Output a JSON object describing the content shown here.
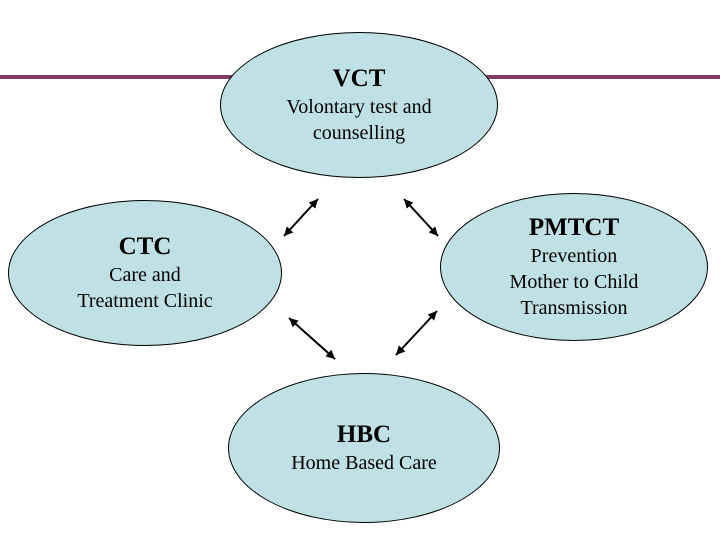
{
  "diagram": {
    "type": "relationship-diagram",
    "nodes": [
      {
        "id": "vct",
        "title": "VCT",
        "subtitle": "Volontary test and\ncounselling"
      },
      {
        "id": "ctc",
        "title": "CTC",
        "subtitle": "Care and\nTreatment Clinic"
      },
      {
        "id": "pmtct",
        "title": "PMTCT",
        "subtitle": "Prevention\nMother to Child\nTransmission"
      },
      {
        "id": "hbc",
        "title": "HBC",
        "subtitle": "Home Based Care"
      }
    ],
    "edges": [
      {
        "from": "vct",
        "to": "ctc",
        "bidirectional": true
      },
      {
        "from": "vct",
        "to": "pmtct",
        "bidirectional": true
      },
      {
        "from": "ctc",
        "to": "hbc",
        "bidirectional": true
      },
      {
        "from": "hbc",
        "to": "pmtct",
        "bidirectional": true
      }
    ]
  },
  "colors": {
    "ellipse_fill": "#bfe0e4",
    "ellipse_border": "#000000",
    "divider_line": "#7e3d66",
    "arrow": "#000000",
    "background": "#ffffff"
  }
}
